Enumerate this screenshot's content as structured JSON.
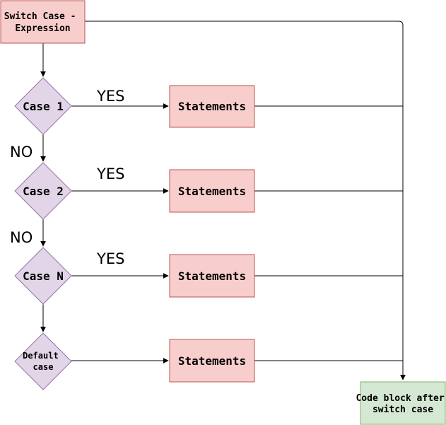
{
  "colors": {
    "start_fill": "#f8cecc",
    "start_stroke": "#b85450",
    "decision_fill": "#e1d5e7",
    "decision_stroke": "#9673a6",
    "statement_fill": "#f8cecc",
    "statement_stroke": "#b85450",
    "end_fill": "#d5e8d4",
    "end_stroke": "#82b366",
    "line": "#000000"
  },
  "start": {
    "lines": [
      "Switch Case -",
      "Expression"
    ]
  },
  "decisions": [
    {
      "lines": [
        "Case 1"
      ]
    },
    {
      "lines": [
        "Case 2"
      ]
    },
    {
      "lines": [
        "Case N"
      ]
    },
    {
      "lines": [
        "Default",
        "case"
      ]
    }
  ],
  "statements": [
    {
      "label": "Statements"
    },
    {
      "label": "Statements"
    },
    {
      "label": "Statements"
    },
    {
      "label": "Statements"
    }
  ],
  "end": {
    "lines": [
      "Code block after",
      "switch case"
    ]
  },
  "labels": {
    "yes": [
      "YES",
      "YES",
      "YES"
    ],
    "no": [
      "NO",
      "NO"
    ]
  }
}
